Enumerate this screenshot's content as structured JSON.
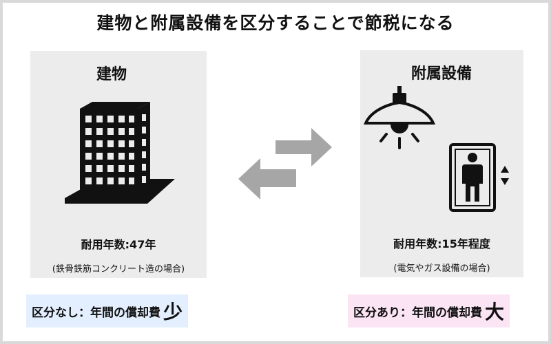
{
  "title": "建物と附属設備を区分することで節税になる",
  "building": {
    "heading": "建物",
    "icon": "office-building-icon",
    "life": "耐用年数:47年",
    "note": "(鉄骨鉄筋コンクリート造の場合)"
  },
  "equipment": {
    "heading": "附属設備",
    "icons": [
      "ceiling-lamp-icon",
      "elevator-icon"
    ],
    "life": "耐用年数:15年程度",
    "note": "(電気やガス設備の場合)"
  },
  "exchange_icon": "exchange-arrows-icon",
  "badges": {
    "left": {
      "text": "区分なし：年間の償却費",
      "emphasis": "少"
    },
    "right": {
      "text": "区分あり：年間の償却費",
      "emphasis": "大"
    }
  },
  "colors": {
    "panel": "#ececec",
    "arrow": "#a6a6a6",
    "badge_left_bg": "#e3efff",
    "badge_right_bg": "#fbe4f4",
    "frame": "#d9d9d9"
  }
}
